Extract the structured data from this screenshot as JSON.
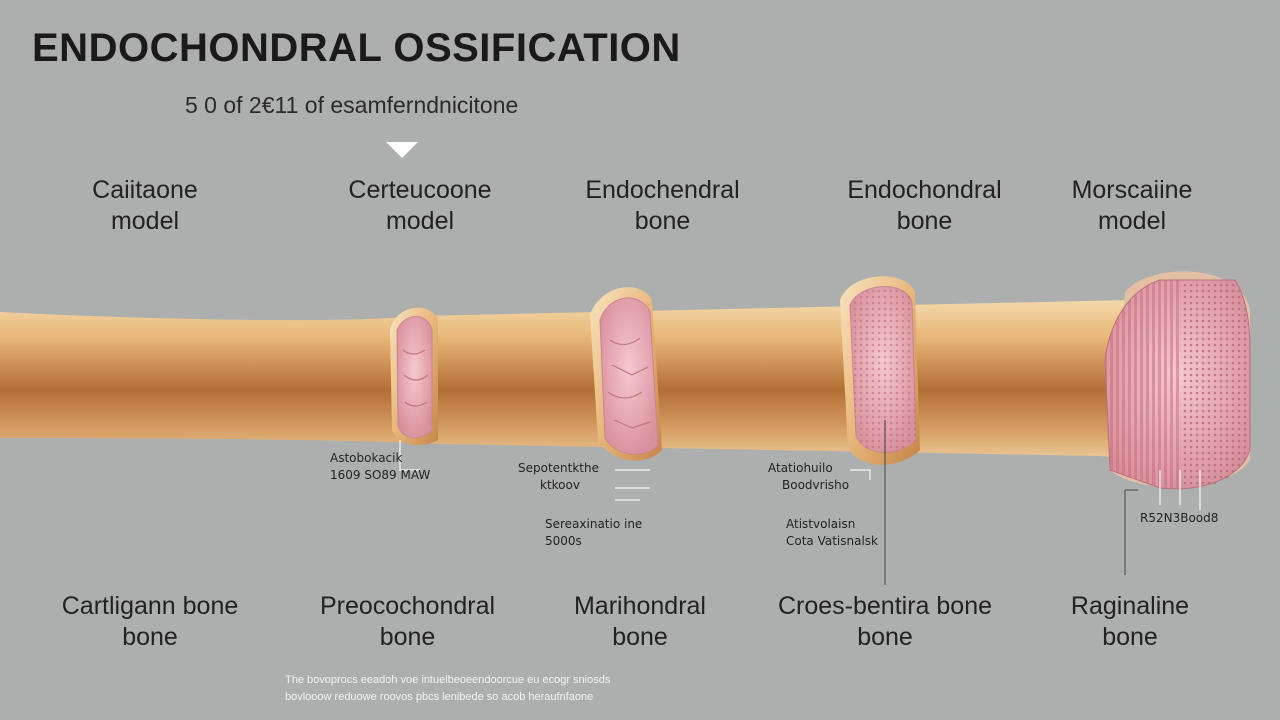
{
  "title": "ENDOCHONDRAL OSSIFICATION",
  "subtitle": "5 0 of 2€11 of esamferndnicitone",
  "colors": {
    "background": "#adafae",
    "bone_light": "#f2d6a8",
    "bone_dark": "#8a4f1f",
    "cartilage_pink": "#e9a9b3",
    "text": "#1f1f1f"
  },
  "top_labels": [
    {
      "line1": "Caiitaone",
      "line2": "model"
    },
    {
      "line1": "Certeucoone",
      "line2": "model"
    },
    {
      "line1": "Endochendral",
      "line2": "bone"
    },
    {
      "line1": "Endochondral",
      "line2": "bone"
    },
    {
      "line1": "Morscaiine",
      "line2": "model"
    }
  ],
  "bottom_labels": [
    {
      "line1": "Cartligann bone",
      "line2": "bone"
    },
    {
      "line1": "Preocochondral",
      "line2": "bone"
    },
    {
      "line1": "Marihondral",
      "line2": "bone"
    },
    {
      "line1": "Croes-bentira bone",
      "line2": "bone"
    },
    {
      "line1": "Raginaline",
      "line2": "bone"
    }
  ],
  "annotations": [
    {
      "line1": "Astobokacik",
      "line2": "1609 SO89 MAW"
    },
    {
      "line1": "Sepotentkthe",
      "line2": "ktkoov"
    },
    {
      "line1": "Sereaxinatio ine",
      "line2": "5000s"
    },
    {
      "line1": "Atatiohuilo",
      "line2": "Boodvrisho"
    },
    {
      "line1": "Atistvolaisn",
      "line2": "Cota Vatisnalsk"
    },
    {
      "line1": "R52N3Bood8",
      "line2": ""
    }
  ],
  "footnote": {
    "line1": "The bovoprocs eeadoh voe intuelbeoeendoorcue eu ecogr sniosds",
    "line2": "bovlooow reduowe roovos pbcs lenibede so acob heraufnfaone"
  }
}
